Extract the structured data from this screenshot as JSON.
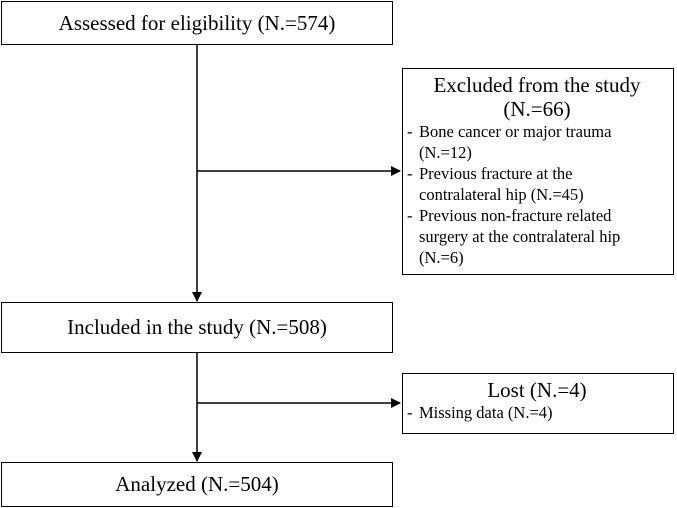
{
  "flow": {
    "assessed": "Assessed for eligibility (N.=574)",
    "excluded": {
      "title_line1": "Excluded from the study",
      "title_line2": "(N.=66)",
      "reasons": [
        {
          "line1": "Bone cancer or major trauma",
          "line2": "(N.=12)"
        },
        {
          "line1": "Previous fracture at the",
          "line2": "contralateral hip (N.=45)"
        },
        {
          "line1": "Previous non-fracture related",
          "line2": "surgery at the contralateral hip",
          "line3": "(N.=6)"
        }
      ]
    },
    "included": "Included in the study (N.=508)",
    "lost": {
      "title": "Lost (N.=4)",
      "reasons": [
        {
          "line1": "Missing data (N.=4)"
        }
      ]
    },
    "analyzed": "Analyzed (N.=504)"
  }
}
